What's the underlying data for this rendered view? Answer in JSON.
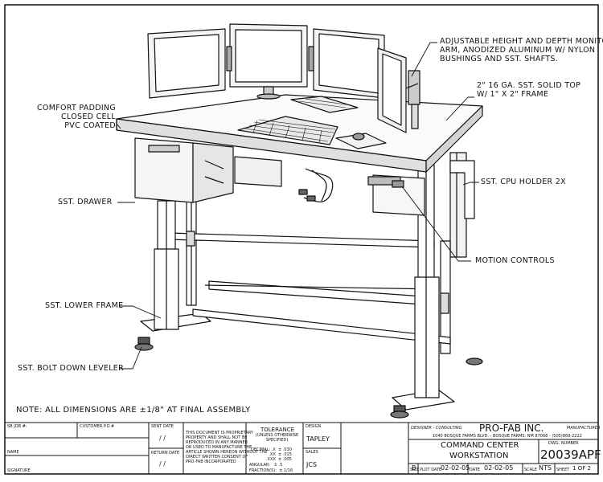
{
  "callouts": {
    "monitor_arm": "ADJUSTABLE HEIGHT AND DEPTH MONITOR\nARM, ANODIZED ALUMINUM W/ NYLON\nBUSHINGS AND SST. SHAFTS.",
    "solid_top": "2\" 16 GA. SST. SOLID TOP\nW/ 1\" X 2\" FRAME",
    "comfort_padding": "COMFORT PADDING\nCLOSED CELL\nPVC COATED",
    "drawer": "SST. DRAWER",
    "cpu_holder": "SST. CPU HOLDER 2X",
    "motion_controls": "MOTION CONTROLS",
    "lower_frame": "SST. LOWER FRAME",
    "leveler": "SST. BOLT DOWN LEVELER"
  },
  "note": "NOTE: ALL DIMENSIONS ARE ±1/8\" AT FINAL ASSEMBLY",
  "title_block": {
    "sb_job": "SB JOB #:",
    "customer_po": "CUSTOMER P.O.#",
    "name": "NAME",
    "signature": "SIGNATURE",
    "sent_date": "SENT DATE",
    "sent_date_value": "/ /",
    "return_date": "RETURN DATE",
    "return_date_value": "/ /",
    "proprietary": "THIS DOCUMENT IS PROPRIETARY\nPROPERTY AND SHALL NOT BE\nREPRODUCED IN ANY MANNER\nOR USED TO MANUFACTURE THE\nARTICLE SHOWN HEREON WITHOUT THE\nDIRECT WRITTEN CONSENT OF\nPRO-FAB INCORPORATED",
    "tolerance_title": "TOLERANCE",
    "tolerance_sub": "(UNLESS OTHERWISE\nSPECIFIED)",
    "tol_decimal": "DECIMAL: .X  ± .030\n.XX  ± .015\n.XXX  ± .005",
    "tol_angular": "ANGULAR:   ± .5",
    "tol_fraction": "FRACTION(S):  ± 1/16",
    "design_label": "DESIGN",
    "design_value": "TAPLEY",
    "sales_label": "SALES",
    "sales_value": "JCS",
    "designer_label": "DESIGNER - CONSULTING",
    "manufacturer_label": "MANUFACTURER",
    "company": "PRO-FAB INC.",
    "address": "1040 BOSQUE FARMS BLVD. - BOSQUE FARMS, NM 87068 - (505)869-2222",
    "title_line1": "COMMAND CENTER",
    "title_line2": "WORKSTATION",
    "dwg_label": "DWG. NUMBER",
    "dwg_number": "20039APF",
    "size_label": "SIZE",
    "size_value": "B",
    "plot_label": "PLOT DATE",
    "plot_value": "02-02-05",
    "date_label": "DATE",
    "date_value": "02-02-05",
    "scale_label": "SCALE",
    "scale_value": "NTS",
    "sheet_label": "SHEET",
    "sheet_value": "1 OF 2"
  }
}
